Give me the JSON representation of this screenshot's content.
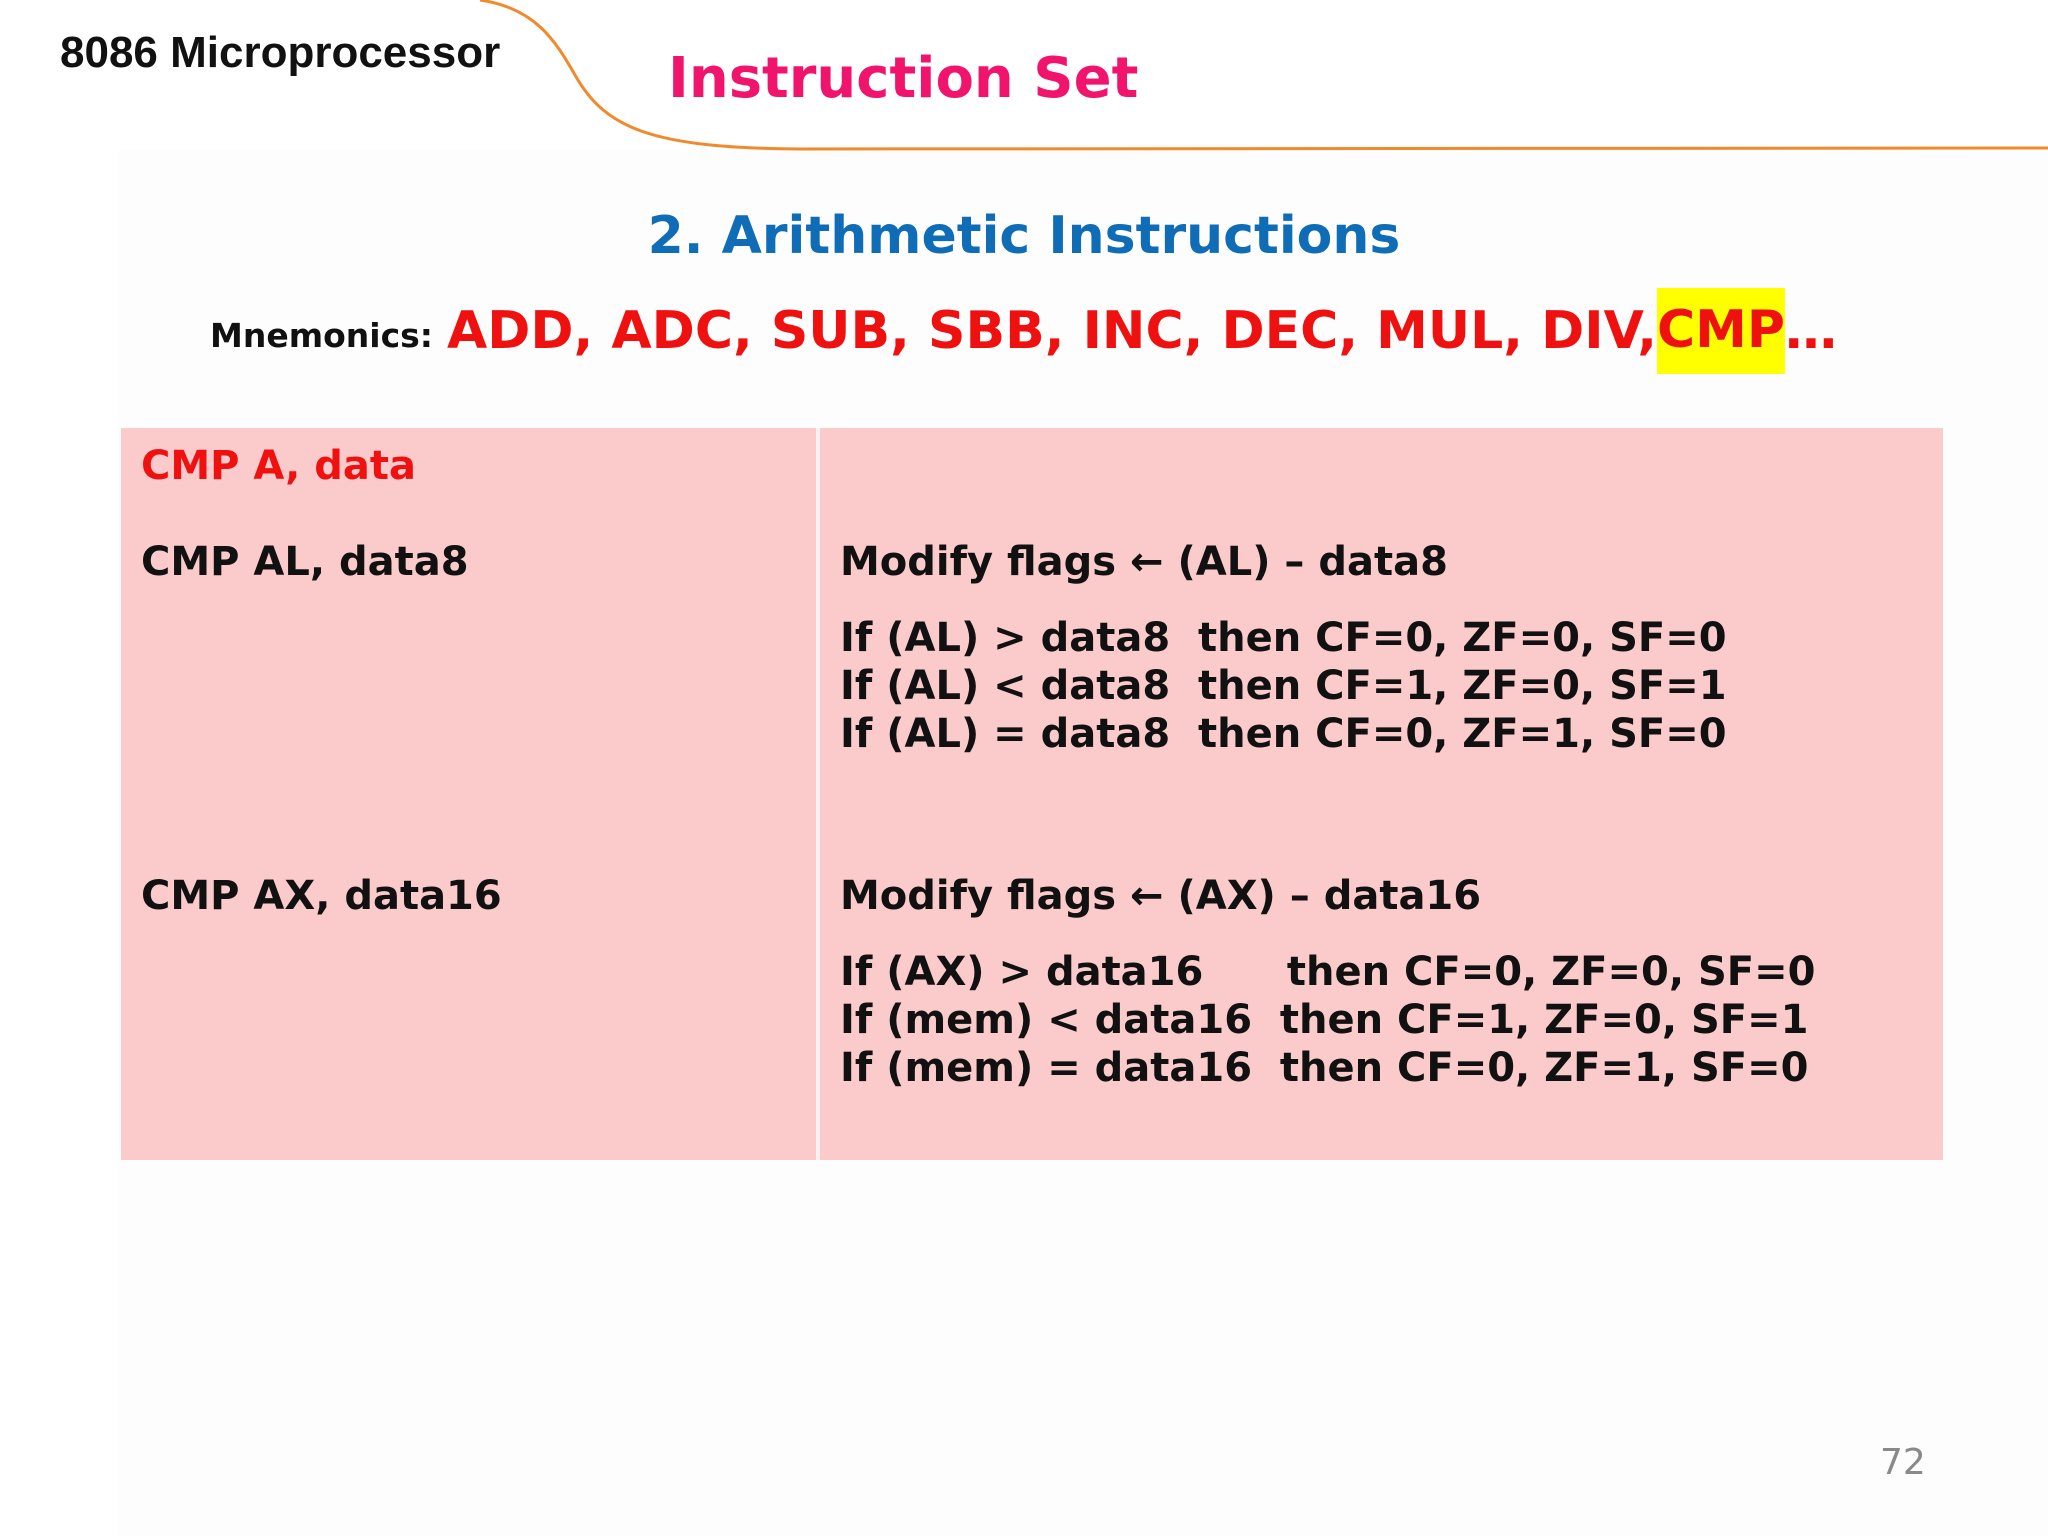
{
  "header": {
    "course_title": "8086 Microprocessor",
    "slide_title": "Instruction Set"
  },
  "section": {
    "title": "2. Arithmetic Instructions"
  },
  "mnemonics": {
    "label": "Mnemonics:",
    "list": "ADD, ADC, SUB, SBB, INC, DEC, MUL, DIV, ",
    "highlighted": "CMP",
    "ellipsis": "…"
  },
  "table": {
    "header_left": "CMP A, data",
    "rows": [
      {
        "instruction": "CMP AL, data8",
        "operation": "Modify flags ← (AL) – data8",
        "conditions": [
          "If (AL) > data8  then CF=0, ZF=0, SF=0",
          "If (AL) < data8  then CF=1, ZF=0, SF=1",
          "If (AL) = data8  then CF=0, ZF=1, SF=0"
        ]
      },
      {
        "instruction": "CMP AX, data16",
        "operation": "Modify flags ← (AX) – data16",
        "conditions": [
          "If (AX) > data16      then CF=0, ZF=0, SF=0",
          "If (mem) < data16  then CF=1, ZF=0, SF=1",
          "If (mem) = data16  then CF=0, ZF=1, SF=0"
        ]
      }
    ]
  },
  "footer": {
    "page_number": "72"
  },
  "colors": {
    "slide_title": "#f0146c",
    "section_title": "#0f6cb6",
    "mnemonic_red": "#ef1010",
    "highlight": "#ffff00",
    "cell_bg": "#fbcbcb",
    "header_curve": "#f08a2c"
  }
}
